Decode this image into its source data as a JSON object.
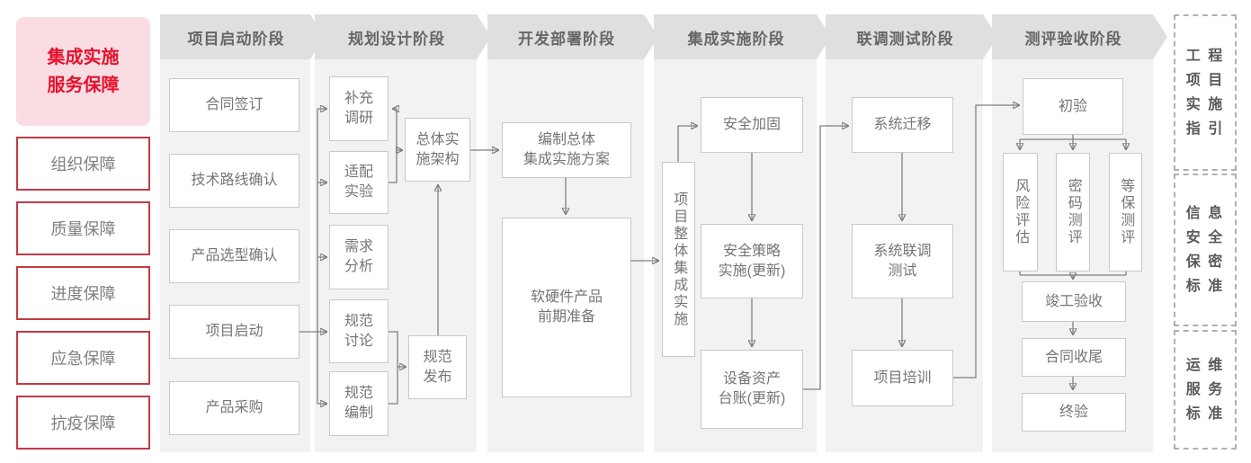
{
  "diagram": {
    "sidebar": {
      "title": "集成实施\n服务保障",
      "items": [
        "组织保障",
        "质量保障",
        "进度保障",
        "应急保障",
        "抗疫保障"
      ]
    },
    "phases": [
      {
        "label": "项目启动阶段",
        "boxes": [
          "合同签订",
          "技术路线确认",
          "产品选型确认",
          "项目启动",
          "产品采购"
        ]
      },
      {
        "label": "规划设计阶段",
        "boxes": [
          "补充\n调研",
          "适配\n实验",
          "需求\n分析",
          "规范\n讨论",
          "规范\n编制",
          "总体实\n施架构",
          "规范\n发布"
        ]
      },
      {
        "label": "开发部署阶段",
        "boxes": [
          "编制总体\n集成实施方案",
          "软硬件产品\n前期准备"
        ]
      },
      {
        "label": "集成实施阶段",
        "boxes": [
          "项目整体集成实施",
          "安全加固",
          "安全策略\n实施(更新)",
          "设备资产\n台账(更新)"
        ]
      },
      {
        "label": "联调测试阶段",
        "boxes": [
          "系统迁移",
          "系统联调\n测试",
          "项目培训"
        ]
      },
      {
        "label": "测评验收阶段",
        "boxes": [
          "初验",
          "风险评估",
          "密码测评",
          "等保测评",
          "竣工验收",
          "合同收尾",
          "终验"
        ]
      }
    ],
    "references": [
      "工 程\n项 目\n实 施\n指 引",
      "信 息\n安 全\n保 密\n标 准",
      "运 维\n服 务\n标 准"
    ],
    "colors": {
      "accent_red": "#e8112d",
      "sidebar_border": "#c23a44",
      "sidebar_title_bg": "#fadde2",
      "header_bg": "#dfdfdf",
      "column_bg": "#f2f2f2",
      "box_border": "#c9c9c9",
      "line": "#808080"
    }
  }
}
